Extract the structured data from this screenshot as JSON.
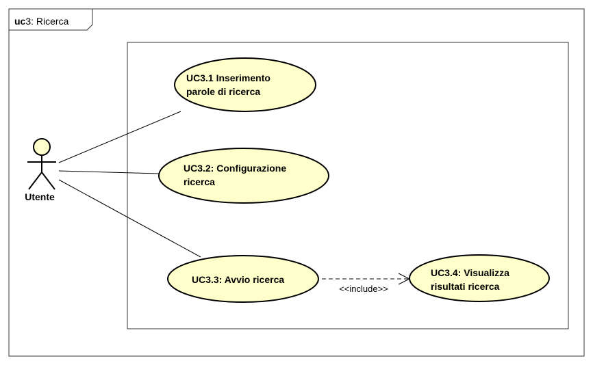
{
  "frame": {
    "keyword": "uc",
    "name": "3: Ricerca"
  },
  "actor": {
    "name": "Utente"
  },
  "use_cases": [
    {
      "id": "uc31",
      "line1": "UC3.1 Inserimento",
      "line2": "parole di ricerca"
    },
    {
      "id": "uc32",
      "line1": "UC3.2: Configurazione",
      "line2": "ricerca"
    },
    {
      "id": "uc33",
      "line1": "UC3.3: Avvio ricerca",
      "line2": ""
    },
    {
      "id": "uc34",
      "line1": "UC3.4: Visualizza",
      "line2": "risultati ricerca"
    }
  ],
  "relations": [
    {
      "type": "include",
      "label": "<<include>>"
    }
  ],
  "colors": {
    "use_case_fill": "#FFFFCC",
    "actor_fill": "#FFFFCC",
    "stroke": "#000000",
    "frame_stroke": "#333333"
  }
}
